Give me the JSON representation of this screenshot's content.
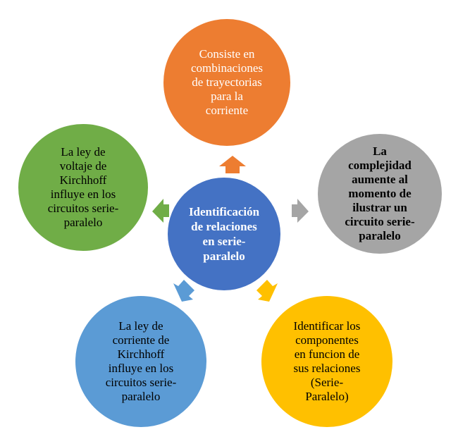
{
  "center": {
    "text": "Identificación\nde relaciones\nen serie-\nparalelo",
    "color": "#4472C4"
  },
  "nodes": {
    "top": {
      "text": "Consiste en\ncombinaciones\nde trayectorias\npara la\ncorriente",
      "color": "#ED7D31"
    },
    "right": {
      "text": "La\ncomplejidad\naumente al\nmomento de\nilustrar un\ncircuito serie-\nparalelo",
      "color": "#A5A5A5"
    },
    "left": {
      "text": "La ley de\nvoltaje de\nKirchhoff\ninfluye en los\ncircuitos serie-\nparalelo",
      "color": "#70AD47"
    },
    "bottom_left": {
      "text": "La ley de\ncorriente de\nKirchhoff\ninfluye en los\ncircuitos serie-\nparalelo",
      "color": "#5B9BD5"
    },
    "bottom_right": {
      "text": "Identificar los\ncomponentes\nen funcion de\nsus relaciones\n(Serie-\nParalelo)",
      "color": "#FFC000"
    }
  }
}
